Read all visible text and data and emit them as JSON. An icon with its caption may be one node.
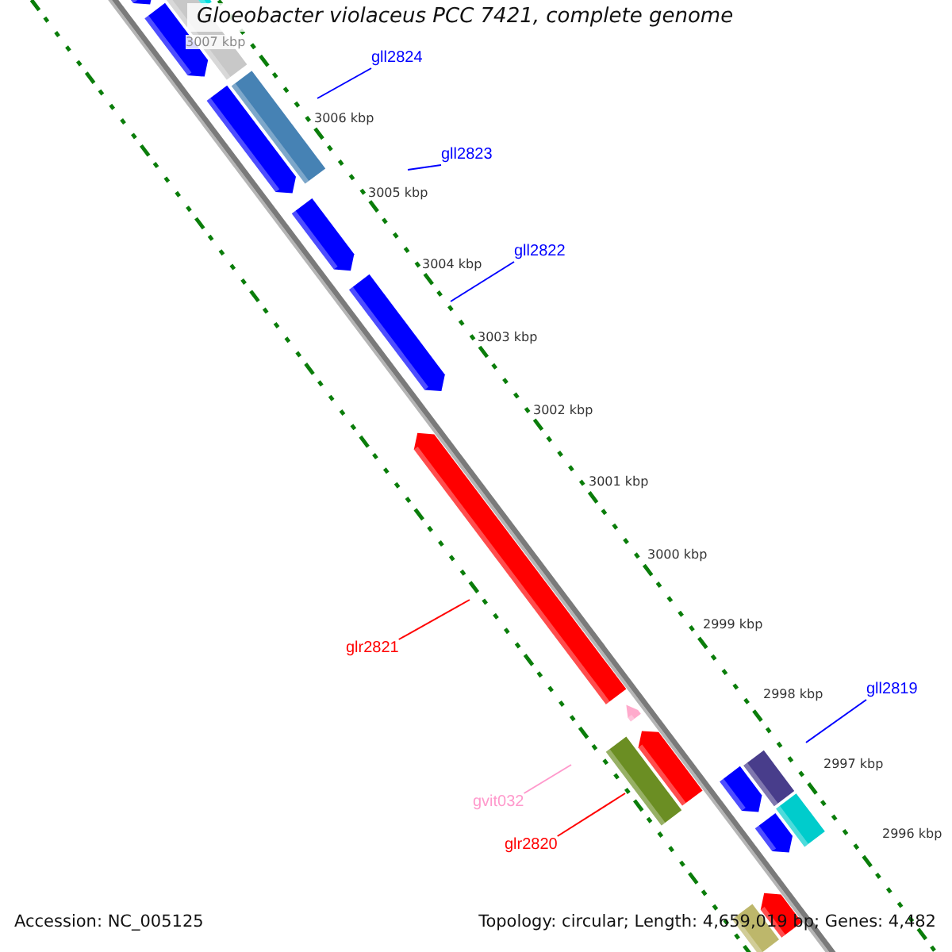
{
  "diagram": {
    "title": "Gloeobacter violaceus PCC 7421, complete genome",
    "nodes": [
      {
        "text": [
          "gll2824"
        ]
      },
      {
        "text": [
          "gll2823"
        ]
      },
      {
        "text": [
          "gll2822"
        ]
      },
      {
        "text": [
          "glr2821"
        ]
      },
      {
        "text": [
          "gll2819"
        ]
      },
      {
        "text": [
          "gvit032"
        ]
      },
      {
        "text": [
          "glr2820"
        ]
      }
    ],
    "edges": [
      {
        "from": 0,
        "to": null,
        "arrow": "none"
      },
      {
        "from": 1,
        "to": null,
        "arrow": "none"
      },
      {
        "from": 2,
        "to": null,
        "arrow": "none"
      },
      {
        "from": 3,
        "to": null,
        "arrow": "none",
        "color": "#ff0000"
      },
      {
        "from": 4,
        "to": null,
        "arrow": "none"
      },
      {
        "from": 5,
        "to": null,
        "arrow": "none",
        "color": "#ff99cc"
      },
      {
        "from": 6,
        "to": null,
        "arrow": "none",
        "color": "#ff0000"
      }
    ],
    "labels": [
      "3007 kbp",
      "3006 kbp",
      "3005 kbp",
      "3004 kbp",
      "3003 kbp",
      "3002 kbp",
      "3001 kbp",
      "3000 kbp",
      "2999 kbp",
      "2998 kbp",
      "2997 kbp",
      "2996 kbp",
      "Accession: NC_005125",
      "Topology: circular; Length: 4,659,019 bp; Genes: 4,482"
    ]
  }
}
